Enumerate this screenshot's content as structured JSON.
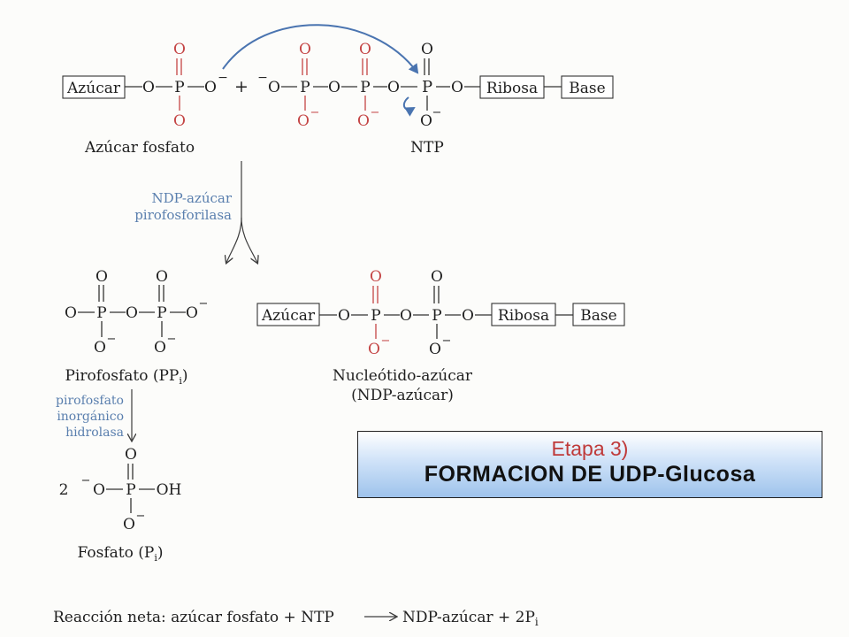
{
  "top": {
    "sugar_box": "Azúcar",
    "ribose_box": "Ribosa",
    "base_box": "Base",
    "plus": "+",
    "caption_sugar_phosphate": "Azúcar fosfato",
    "caption_ntp": "NTP"
  },
  "enzyme": {
    "line1": "NDP-azúcar",
    "line2": "pirofosforilasa"
  },
  "ppi": {
    "caption": "Pirofosfato (PP",
    "sub": "i",
    "close": ")"
  },
  "ndp": {
    "sugar_box": "Azúcar",
    "ribose_box": "Ribosa",
    "base_box": "Base",
    "caption1": "Nucleótido-azúcar",
    "caption2": "(NDP-azúcar)"
  },
  "hydrolase": {
    "line1": "pirofosfato",
    "line2": "inorgánico",
    "line3": "hidrolasa"
  },
  "pi": {
    "coef": "2",
    "oh": "OH",
    "caption": "Fosfato (P",
    "sub": "i",
    "close": ")"
  },
  "net": {
    "text": "Reacción neta: azúcar fosfato + NTP",
    "product": "NDP-azúcar + 2P",
    "sub": "i"
  },
  "banner": {
    "line1": "Etapa 3)",
    "line2": "FORMACION DE UDP-Glucosa"
  }
}
